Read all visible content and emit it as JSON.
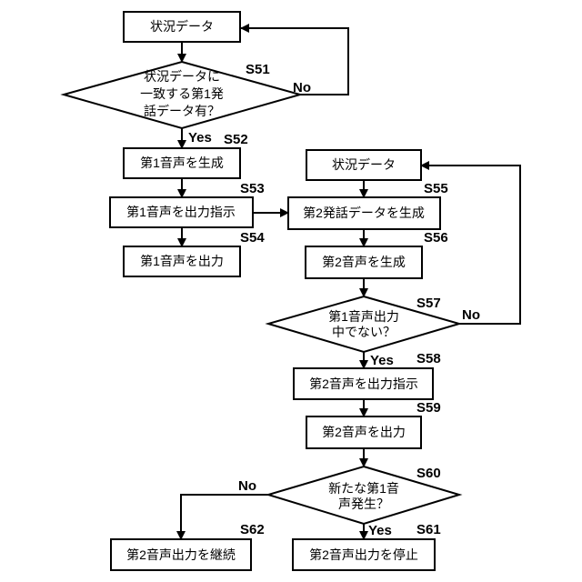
{
  "steps": {
    "status_top": "状況データ",
    "s51_line1": "状況データに",
    "s51_line2": "一致する第1発",
    "s51_line3": "話データ有？",
    "s52": "第1音声を生成",
    "s53": "第1音声を出力指示",
    "s54": "第1音声を出力",
    "status_right": "状況データ",
    "s55": "第2発話データを生成",
    "s56": "第2音声を生成",
    "s57_line1": "第1音声出力",
    "s57_line2": "中でない？",
    "s58": "第2音声を出力指示",
    "s59": "第2音声を出力",
    "s60_line1": "新たな第1音",
    "s60_line2": "声発生？",
    "s62": "第2音声出力を継続",
    "s61": "第2音声出力を停止"
  },
  "labels": {
    "s51": "S51",
    "s52": "S52",
    "s53": "S53",
    "s54": "S54",
    "s55": "S55",
    "s56": "S56",
    "s57": "S57",
    "s58": "S58",
    "s59": "S59",
    "s60": "S60",
    "s61": "S61",
    "s62": "S62",
    "yes1": "Yes",
    "no1": "No",
    "yes2": "Yes",
    "no2": "No",
    "yes3": "Yes",
    "no3": "No"
  }
}
